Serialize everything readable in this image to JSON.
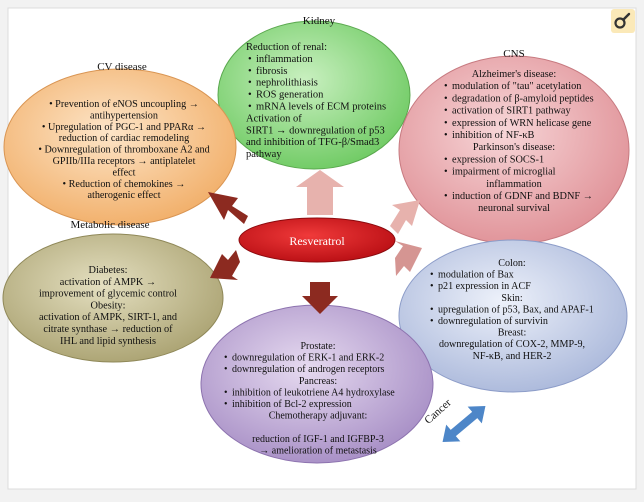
{
  "center": {
    "label": "Resveratrol"
  },
  "kidney": {
    "title": "Kidney",
    "lines": [
      {
        "t": "Reduction of renal:",
        "b": false
      },
      {
        "t": "inflammation",
        "b": true
      },
      {
        "t": "fibrosis",
        "b": true
      },
      {
        "t": "nephrolithiasis",
        "b": true
      },
      {
        "t": "ROS generation",
        "b": true
      },
      {
        "t": "mRNA levels of ECM proteins",
        "b": true
      },
      {
        "t": "Activation of",
        "b": false
      },
      {
        "t": "SIRT1 → downregulation of p53",
        "b": false
      },
      {
        "t": "and inhibition of TFG-β/Smad3",
        "b": false
      },
      {
        "t": "pathway",
        "b": false
      }
    ]
  },
  "cv": {
    "title": "CV disease",
    "lines": [
      {
        "t": "• Prevention of eNOS uncoupling →",
        "b": false
      },
      {
        "t": "antihypertension",
        "b": false
      },
      {
        "t": "• Upregulation of PGC-1 and PPARα →",
        "b": false
      },
      {
        "t": "reduction of cardiac remodeling",
        "b": false
      },
      {
        "t": "• Downregulation of thromboxane A2 and",
        "b": false
      },
      {
        "t": "GPIIb/IIIa receptors → antiplatelet",
        "b": false
      },
      {
        "t": "effect",
        "b": false
      },
      {
        "t": "• Reduction of chemokines →",
        "b": false
      },
      {
        "t": "atherogenic effect",
        "b": false
      }
    ]
  },
  "cns": {
    "title": "CNS",
    "lines": [
      {
        "t": "Alzheimer's disease:",
        "b": false
      },
      {
        "t": "modulation of \"tau\" acetylation",
        "b": true
      },
      {
        "t": "degradation of β-amyloid peptides",
        "b": true
      },
      {
        "t": "activation of SIRT1 pathway",
        "b": true
      },
      {
        "t": "expression of WRN helicase gene",
        "b": true
      },
      {
        "t": "inhibition of NF-κB",
        "b": true
      },
      {
        "t": "Parkinson's disease:",
        "b": false
      },
      {
        "t": "expression of SOCS-1",
        "b": true
      },
      {
        "t": "impairment of microglial",
        "b": true
      },
      {
        "t": "inflammation",
        "b": false
      },
      {
        "t": "induction of GDNF and BDNF →",
        "b": true
      },
      {
        "t": "neuronal survival",
        "b": false
      }
    ]
  },
  "metabolic": {
    "title": "Metabolic disease",
    "lines": [
      {
        "t": "Diabetes:",
        "b": false
      },
      {
        "t": "activation of AMPK →",
        "b": false
      },
      {
        "t": "improvement of glycemic control",
        "b": false
      },
      {
        "t": "Obesity:",
        "b": false
      },
      {
        "t": "activation of AMPK, SIRT-1, and",
        "b": false
      },
      {
        "t": "citrate synthase → reduction of",
        "b": false
      },
      {
        "t": "IHL and lipid synthesis",
        "b": false
      }
    ]
  },
  "cancer_right": {
    "lines": [
      {
        "t": "Colon:",
        "b": false
      },
      {
        "t": "modulation of Bax",
        "b": true
      },
      {
        "t": "p21 expression in ACF",
        "b": true
      },
      {
        "t": "Skin:",
        "b": false
      },
      {
        "t": "upregulation of p53, Bax, and APAF-1",
        "b": true
      },
      {
        "t": "downregulation of survivin",
        "b": true
      },
      {
        "t": "Breast:",
        "b": false
      },
      {
        "t": "downregulation of COX-2, MMP-9,",
        "b": false
      },
      {
        "t": "NF-κB, and HER-2",
        "b": false
      }
    ]
  },
  "cancer_bottom": {
    "lines": [
      {
        "t": "Prostate:",
        "b": false
      },
      {
        "t": "downregulation of ERK-1 and ERK-2",
        "b": true
      },
      {
        "t": "downregulation of androgen receptors",
        "b": true
      },
      {
        "t": "Pancreas:",
        "b": false
      },
      {
        "t": "inhibition of leukotriene A4 hydroxylase",
        "b": true
      },
      {
        "t": "inhibition of Bcl-2 expression",
        "b": true
      },
      {
        "t": "Chemotherapy adjuvant:",
        "b": false
      },
      {
        "t": "",
        "b": false
      },
      {
        "t": "reduction of IGF-1 and IGFBP-3",
        "b": false
      },
      {
        "t": "→ amelioration of metastasis",
        "b": false
      }
    ]
  },
  "cancer_label": "Cancer",
  "colors": {
    "kidney": "#86d67a",
    "cv": "#f5c48d",
    "cns": "#e8a9ad",
    "metabolic": "#c4bd8c",
    "cancer_right": "#c9d3ea",
    "cancer_bottom": "#c4b0d8",
    "center": "#d0141c",
    "arrow_dark": "#8c2a20",
    "arrow_light": "#e5a9a4",
    "double_arrow": "#4d86c8"
  },
  "icon": "zoom-icon"
}
